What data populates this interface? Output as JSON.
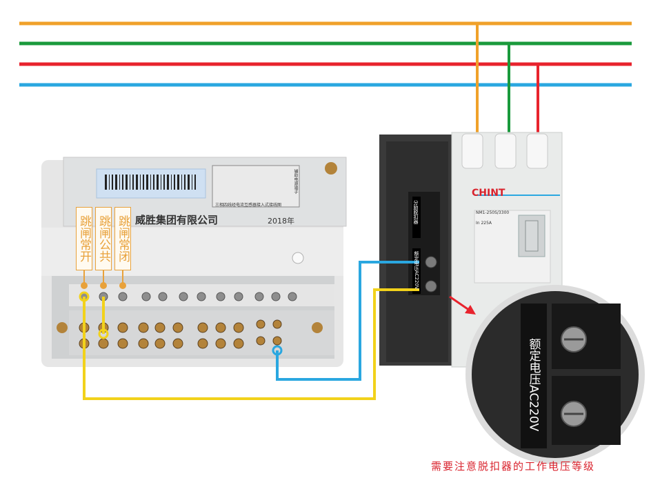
{
  "terminal_labels": [
    {
      "text": "跳闸常开"
    },
    {
      "text": "跳闸公共"
    },
    {
      "text": "跳闸常闭"
    }
  ],
  "meter": {
    "company_partial": "威胜集团有限公司",
    "year": "2018年",
    "diagram_caption": "三相四线经电流互感器接入式接线图",
    "aux_label": "辅助电源端子"
  },
  "breaker": {
    "brand": "CHINT",
    "model": "NM1-250S/3300",
    "rating": "In 225A",
    "shunt_label": "分励脱扣器",
    "voltage_label": "额定电压AC220V"
  },
  "zoom": {
    "voltage_label": "额定电压AC220V"
  },
  "note": "需要注意脱扣器的工作电压等级",
  "colors": {
    "phase_orange": "#f0a12a",
    "phase_green": "#1a9a3c",
    "phase_red": "#e8232d",
    "phase_blue": "#2aa7e0",
    "wire_yellow": "#f2d21b",
    "label_orange": "#e8a13a",
    "note_red": "#d9232d"
  }
}
